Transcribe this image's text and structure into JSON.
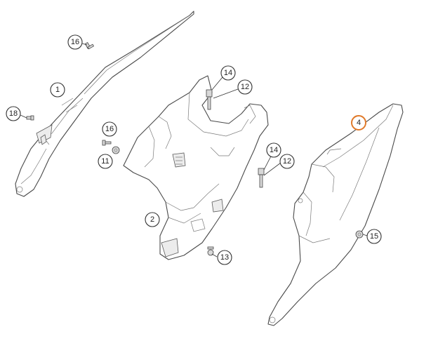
{
  "highlight_color": "#e07a2a",
  "callouts": [
    {
      "id": "c16a",
      "label": "16",
      "highlighted": false
    },
    {
      "id": "c1",
      "label": "1",
      "highlighted": false
    },
    {
      "id": "c18",
      "label": "18",
      "highlighted": false
    },
    {
      "id": "c16b",
      "label": "16",
      "highlighted": false
    },
    {
      "id": "c11",
      "label": "11",
      "highlighted": false
    },
    {
      "id": "c14a",
      "label": "14",
      "highlighted": false
    },
    {
      "id": "c12a",
      "label": "12",
      "highlighted": false
    },
    {
      "id": "c14b",
      "label": "14",
      "highlighted": false
    },
    {
      "id": "c12b",
      "label": "12",
      "highlighted": false
    },
    {
      "id": "c2",
      "label": "2",
      "highlighted": false
    },
    {
      "id": "c13",
      "label": "13",
      "highlighted": false
    },
    {
      "id": "c4",
      "label": "4",
      "highlighted": true
    },
    {
      "id": "c15",
      "label": "15",
      "highlighted": false
    }
  ]
}
